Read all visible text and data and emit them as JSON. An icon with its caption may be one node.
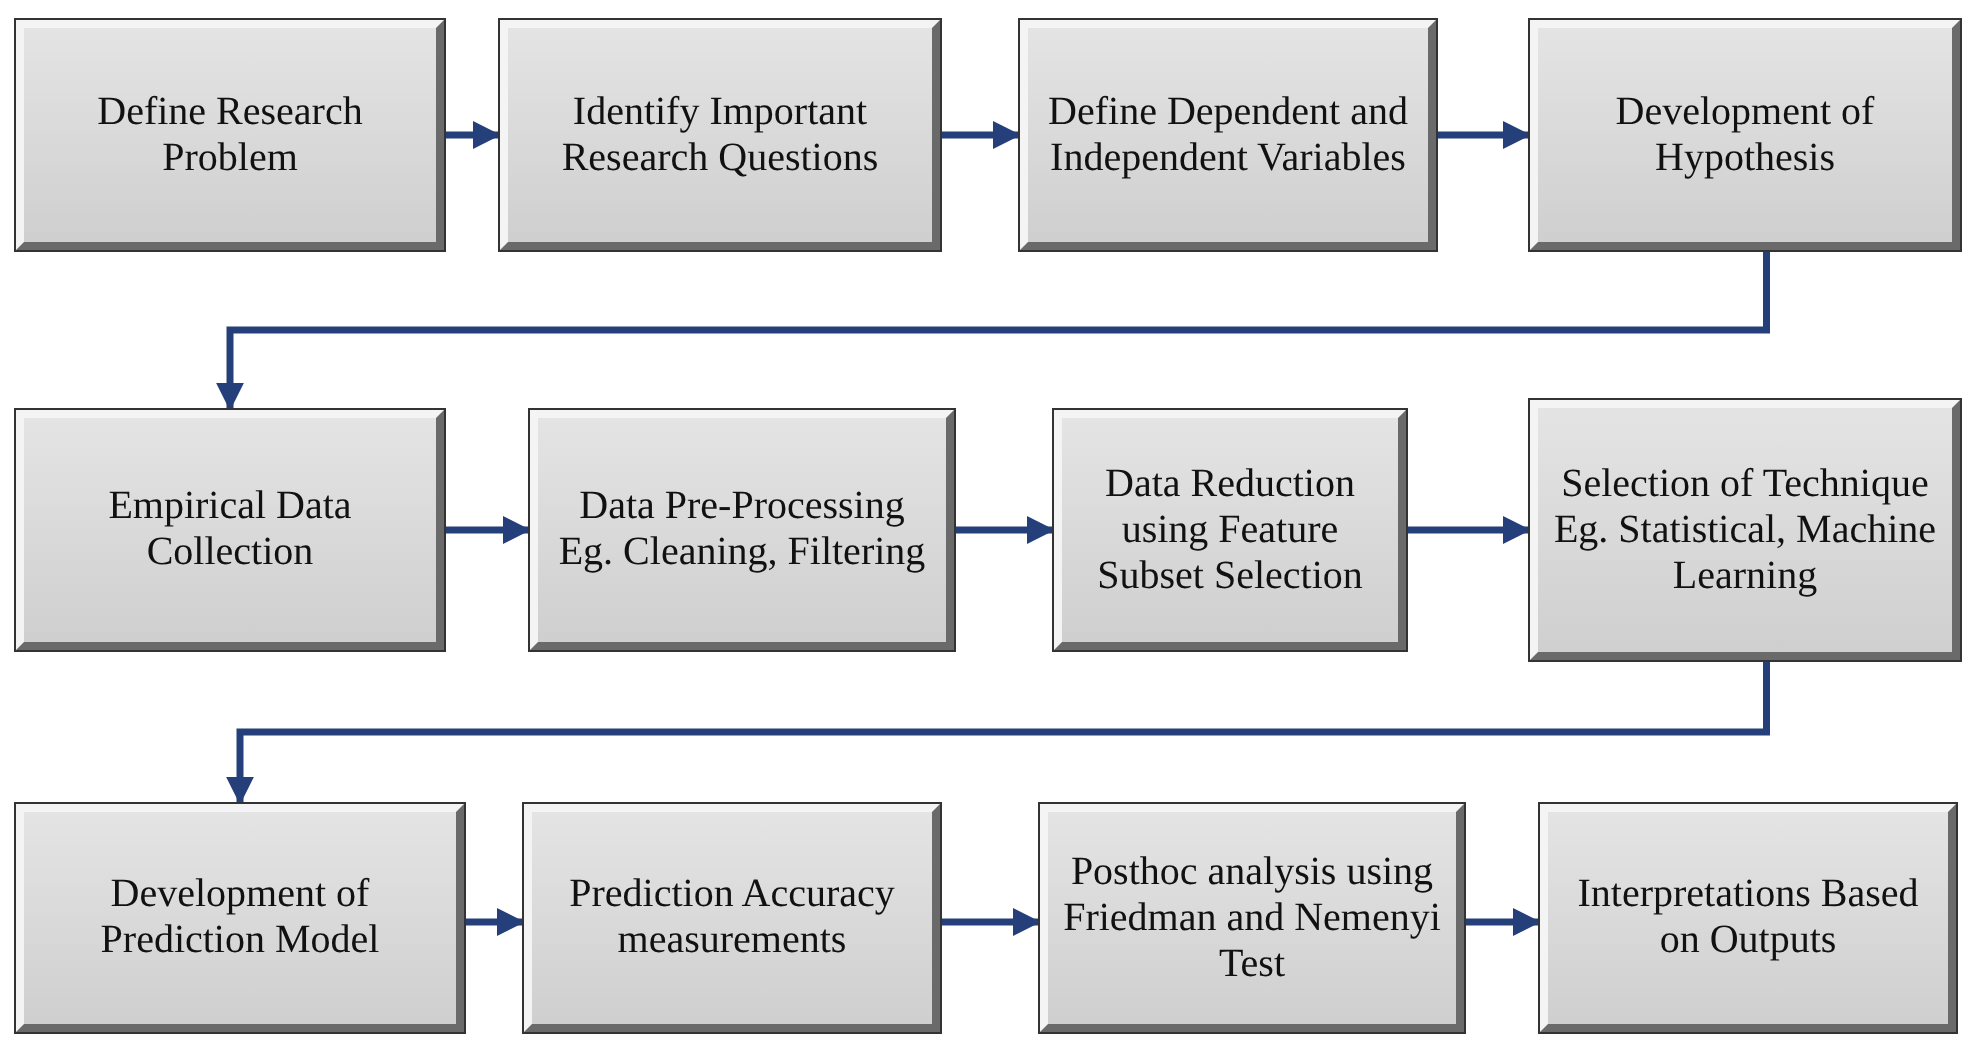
{
  "diagram": {
    "nodes": [
      {
        "text": [
          "Define Research Problem"
        ]
      },
      {
        "text": [
          "Identify Important Research Questions"
        ]
      },
      {
        "text": [
          "Define Dependent and Independent Variables"
        ]
      },
      {
        "text": [
          "Development of Hypothesis"
        ]
      },
      {
        "text": [
          "Empirical Data Collection"
        ]
      },
      {
        "text": [
          "Data Pre-Processing Eg. Cleaning, Filtering"
        ]
      },
      {
        "text": [
          "Data Reduction using Feature Subset Selection"
        ]
      },
      {
        "text": [
          "Selection of Technique Eg. Statistical, Machine Learning"
        ]
      },
      {
        "text": [
          "Development of Prediction Model"
        ]
      },
      {
        "text": [
          "Prediction Accuracy measurements"
        ]
      },
      {
        "text": [
          "Posthoc analysis using Friedman and Nemenyi Test"
        ]
      },
      {
        "text": [
          "Interpretations Based on Outputs"
        ]
      }
    ],
    "edges": [
      {
        "from": 0,
        "to": 1,
        "arrow": "to"
      },
      {
        "from": 1,
        "to": 2,
        "arrow": "to"
      },
      {
        "from": 2,
        "to": 3,
        "arrow": "to"
      },
      {
        "from": 3,
        "to": 4,
        "arrow": "to"
      },
      {
        "from": 4,
        "to": 5,
        "arrow": "to"
      },
      {
        "from": 5,
        "to": 6,
        "arrow": "to"
      },
      {
        "from": 6,
        "to": 7,
        "arrow": "to"
      },
      {
        "from": 7,
        "to": 8,
        "arrow": "to"
      },
      {
        "from": 8,
        "to": 9,
        "arrow": "to"
      },
      {
        "from": 9,
        "to": 10,
        "arrow": "to"
      },
      {
        "from": 10,
        "to": 11,
        "arrow": "to"
      }
    ]
  }
}
